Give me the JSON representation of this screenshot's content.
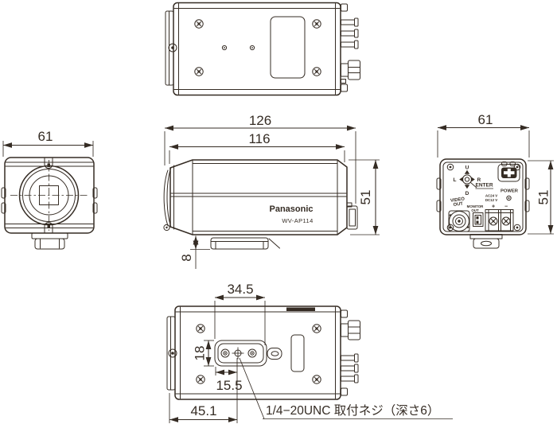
{
  "drawing": {
    "brand": "Panasonic",
    "model": "WV-AP114",
    "mount_note": "1/4−20UNC 取付ネジ（深さ6）"
  },
  "dimensions": {
    "depth_overall": "126",
    "depth_body": "116",
    "width_front": "61",
    "height_side": "51",
    "foot_height": "8",
    "width_rear": "61",
    "height_rear": "51",
    "plate_width": "34.5",
    "plate_depth": "18",
    "screw_offset": "15.5",
    "screw_from_front": "45.1"
  },
  "rear_panel": {
    "joystick_up": "U",
    "joystick_down": "D",
    "joystick_left": "L",
    "joystick_right": "R",
    "enter_label": "ENTER",
    "power_label": "POWER",
    "power_ac": "AC24 V",
    "power_dc": "DC12 V",
    "video_out_line1": "VIDEO",
    "video_out_line2": "OUT",
    "monitor_out_line1": "MONITOR",
    "monitor_out_line2": "OUT",
    "terminal_plus": "+",
    "terminal_minus": "−"
  },
  "colors": {
    "ink": "#352c24",
    "background": "#ffffff"
  }
}
